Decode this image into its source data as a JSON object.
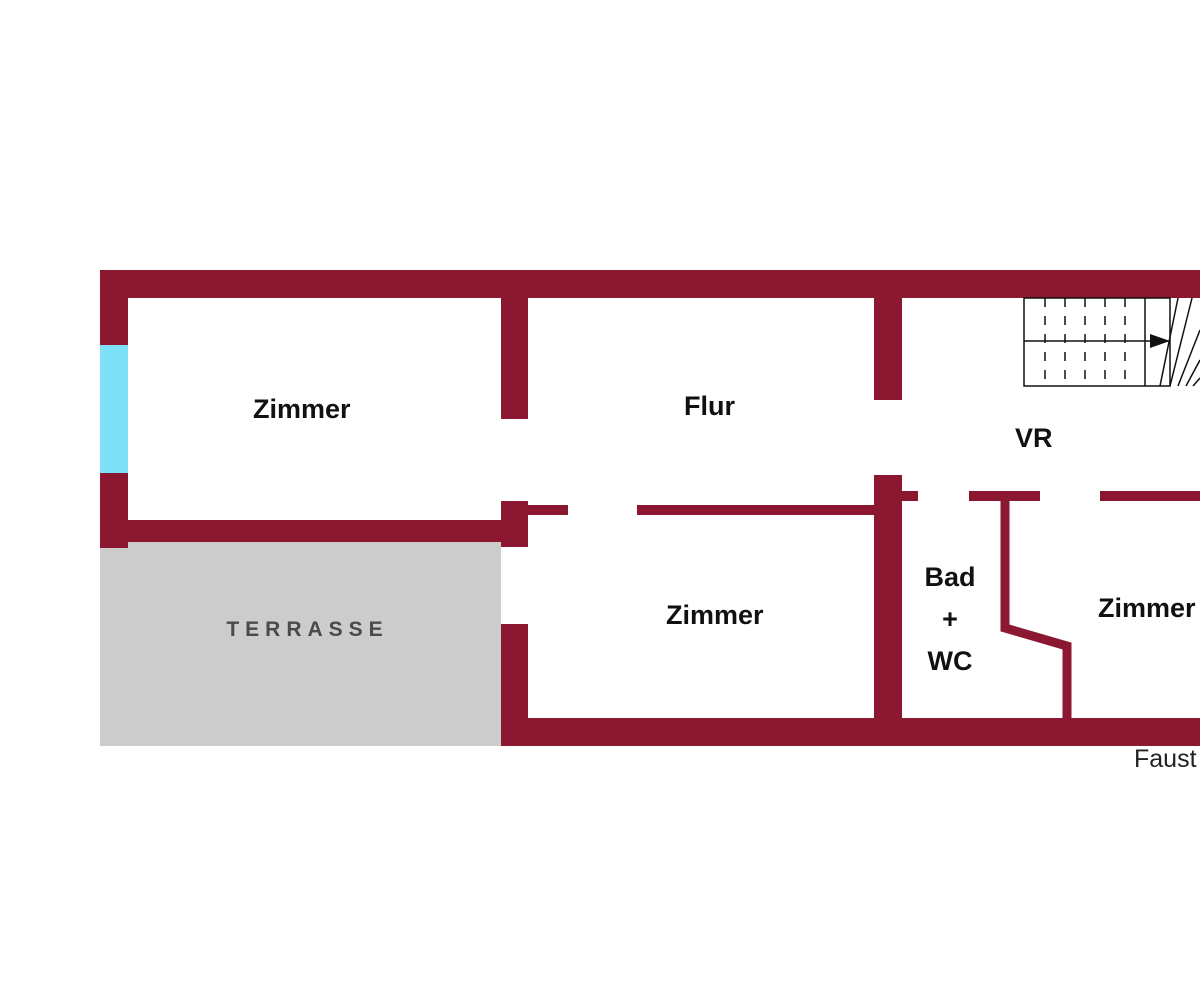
{
  "floorplan": {
    "rooms": {
      "zimmer_left": "Zimmer",
      "flur": "Flur",
      "vr": "VR",
      "zimmer_middle": "Zimmer",
      "bad_line1": "Bad",
      "bad_line2": "+",
      "bad_line3": "WC",
      "zimmer_right": "Zimmer",
      "terrasse": "TERRASSE"
    },
    "footer_text": "Faust",
    "colors": {
      "wall": "#8b1730",
      "window": "#7fe1f7",
      "terrace_fill": "#cccccc",
      "stair_line": "#111111",
      "background": "#ffffff"
    }
  }
}
